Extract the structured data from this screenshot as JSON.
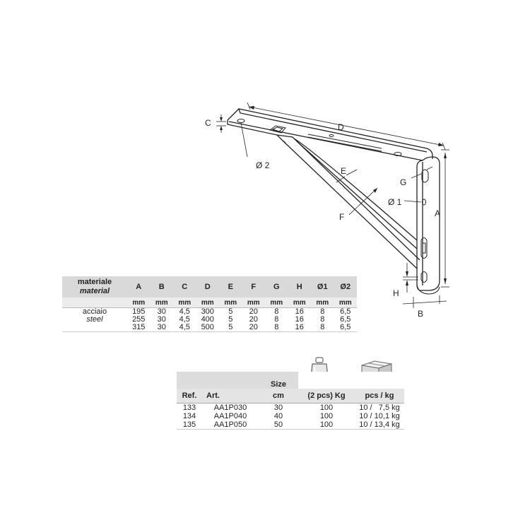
{
  "diagram": {
    "labels": {
      "c": "C",
      "d": "D",
      "e": "E",
      "f": "F",
      "g": "G",
      "a": "A",
      "h": "H",
      "b": "B",
      "phi1": "Ø 1",
      "phi2": "Ø 2"
    }
  },
  "spec_table": {
    "material_label": "materiale",
    "material_label_en": "material",
    "columns": [
      "A",
      "B",
      "C",
      "D",
      "E",
      "F",
      "G",
      "H",
      "Ø1",
      "Ø2"
    ],
    "unit": "mm",
    "material_value": "acciaio",
    "material_value_en": "steel",
    "rows": [
      [
        "195",
        "30",
        "4,5",
        "300",
        "5",
        "20",
        "8",
        "16",
        "8",
        "6,5"
      ],
      [
        "255",
        "30",
        "4,5",
        "400",
        "5",
        "20",
        "8",
        "16",
        "8",
        "6,5"
      ],
      [
        "315",
        "30",
        "4,5",
        "500",
        "5",
        "20",
        "8",
        "16",
        "8",
        "6,5"
      ]
    ]
  },
  "ref_table": {
    "headers": {
      "ref": "Ref.",
      "art": "Art.",
      "size": "Size",
      "size_unit": "cm",
      "load": "(2 pcs) Kg",
      "pack": "pcs / kg"
    },
    "icons": {
      "load": "weight-icon",
      "pack": "box-icon"
    },
    "rows": [
      {
        "ref": "133",
        "art": "AA1P030",
        "size": "30",
        "load": "100",
        "pack": "10 /   7,5 kg"
      },
      {
        "ref": "134",
        "art": "AA1P040",
        "size": "40",
        "load": "100",
        "pack": "10 / 10,1 kg"
      },
      {
        "ref": "135",
        "art": "AA1P050",
        "size": "50",
        "load": "100",
        "pack": "10 / 13,4 kg"
      }
    ]
  }
}
